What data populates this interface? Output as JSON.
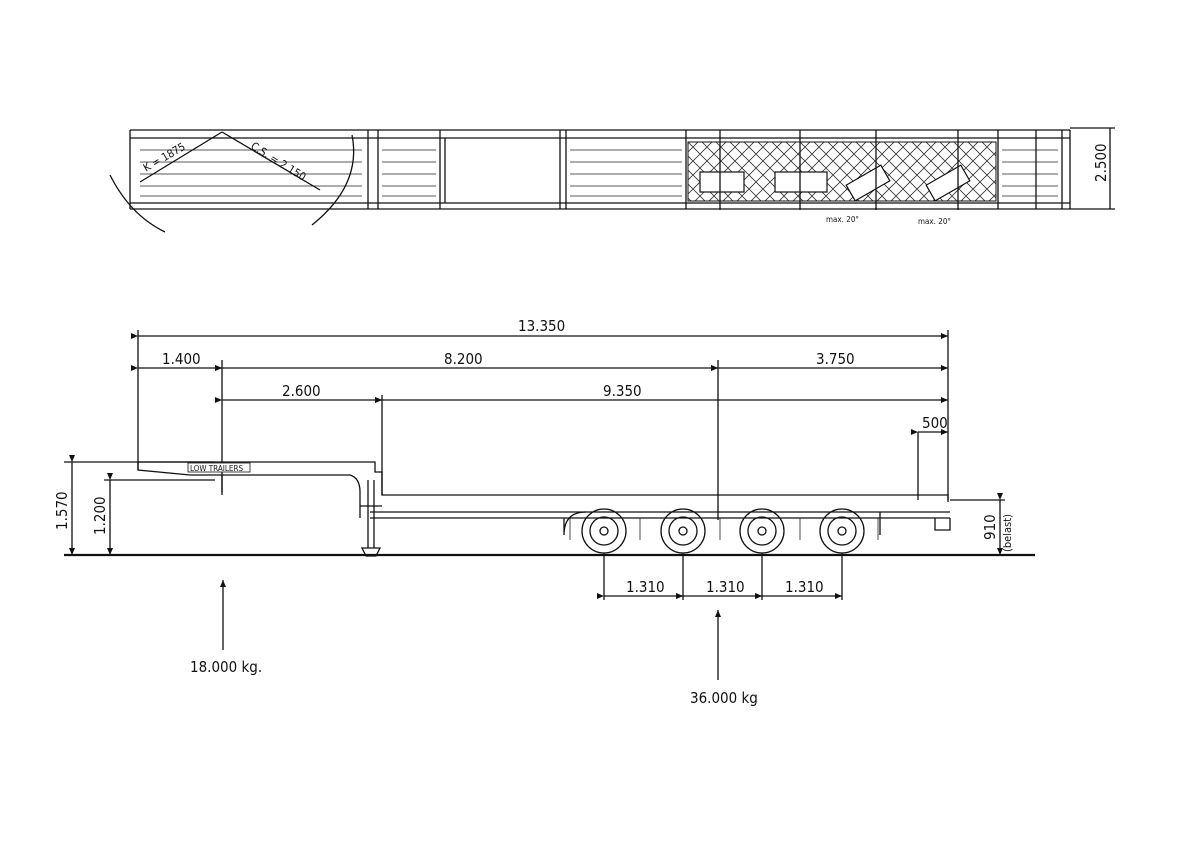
{
  "top_view": {
    "labels": {
      "k_radius": "K = 1875",
      "cs_radius": "C.S. = 2.150",
      "width": "2.500",
      "steer_1": "max. 20°",
      "steer_2": "max. 20°"
    }
  },
  "side_view": {
    "dimensions": {
      "overall_length": "13.350",
      "front_overhang": "1.400",
      "kingpin_to_axle_center": "8.200",
      "rear_overhang": "3.750",
      "gooseneck_length": "2.600",
      "loading_deck_length": "9.350",
      "rear_step": "500",
      "total_height": "1.570",
      "fifth_wheel_height": "1.200",
      "deck_height": "910",
      "deck_height_note": "(belast)",
      "axle_spacing_1": "1.310",
      "axle_spacing_2": "1.310",
      "axle_spacing_3": "1.310"
    },
    "nameplate": "LOW TRAILERS",
    "loads": {
      "kingpin_load": "18.000 kg.",
      "axle_load": "36.000 kg"
    }
  }
}
